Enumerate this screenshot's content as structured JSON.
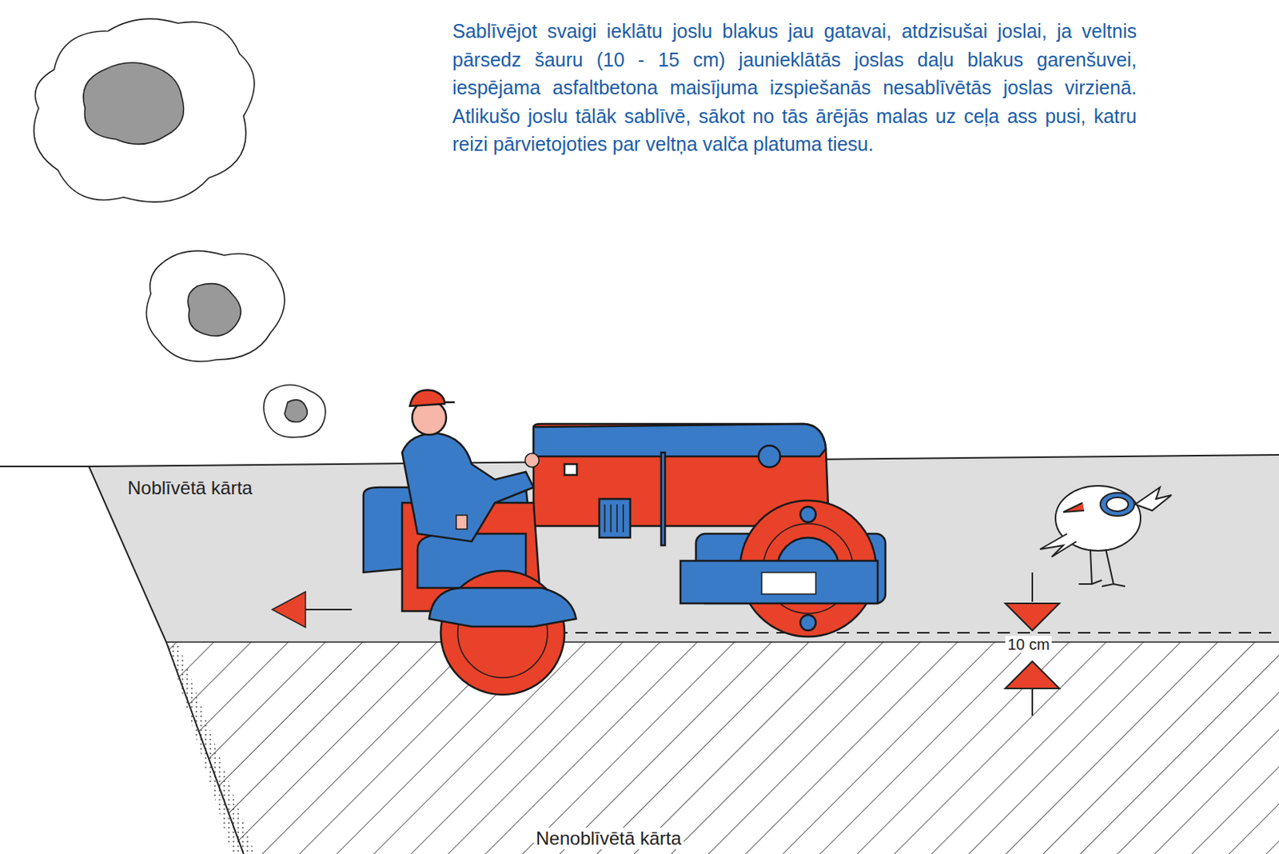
{
  "diagram": {
    "labels": [
      "Sablīvējot svaigi ieklātu joslu blakus jau gatavai, atdzisušai joslai, ja veltnis pārsedz šauru (10 - 15 cm) jaunieklātās joslas daļu blakus garenšuvei, iespējama asfaltbetona maisījuma izspiešanās nesablīvētās joslas virzienā. Atlikušo joslu tālāk sablīvē, sākot no tās ārējās malas uz ceļa ass pusi, katru reizi pārvietojoties par veltņa valča platuma tiesu.",
      "Noblīvētā kārta",
      "10 cm",
      "Nenoblīvētā kārta"
    ]
  }
}
